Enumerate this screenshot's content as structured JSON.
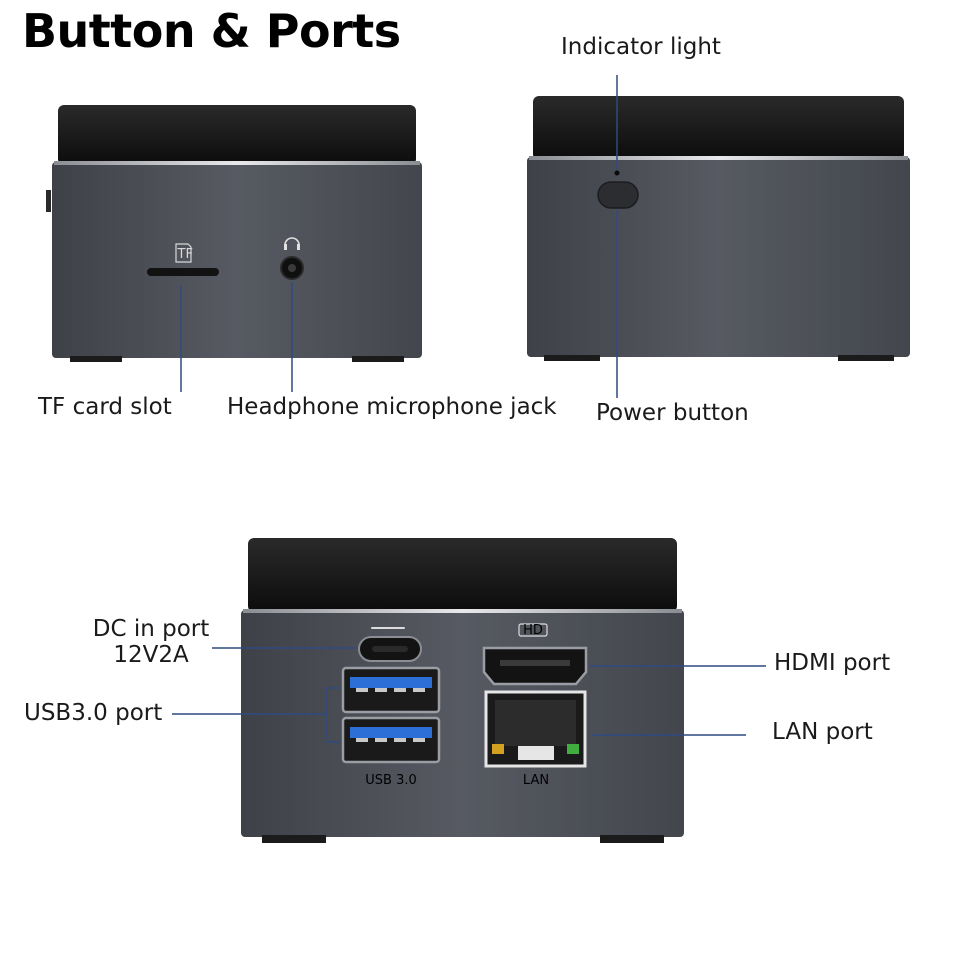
{
  "title": "Button & Ports",
  "labels": {
    "tf_card_slot": "TF card slot",
    "headphone_jack": "Headphone microphone jack",
    "indicator_light": "Indicator light",
    "power_button": "Power button",
    "dc_in_port_line1": "DC in port",
    "dc_in_port_line2": "12V2A",
    "usb30_port": "USB3.0 port",
    "hdmi_port": "HDMI port",
    "lan_port": "LAN port"
  },
  "port_marks": {
    "tf": "TF",
    "hd": "HD",
    "usb": "USB 3.0",
    "lan": "LAN"
  },
  "colors": {
    "body": "#4a4d55",
    "top": "#141414",
    "leader": "#2f4a80",
    "usb_blue": "#2c6fd6"
  },
  "icons": [
    "headphone-icon",
    "tf-card-icon"
  ]
}
